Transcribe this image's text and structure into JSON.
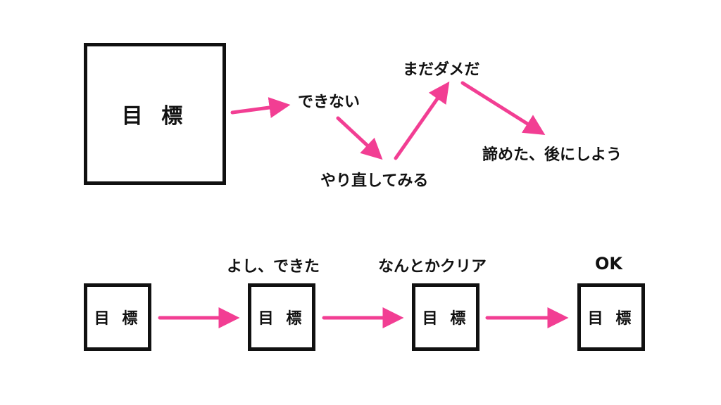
{
  "colors": {
    "arrow": "#f23e93",
    "box_border": "#111111"
  },
  "top_flow": {
    "goal_box": "目 標",
    "steps": [
      "できない",
      "やり直してみる",
      "まだダメだ",
      "諦めた、後にしよう"
    ]
  },
  "bottom_flow": {
    "boxes": [
      "目 標",
      "目 標",
      "目 標",
      "目 標"
    ],
    "labels": [
      "よし、できた",
      "なんとかクリア",
      "OK"
    ]
  }
}
